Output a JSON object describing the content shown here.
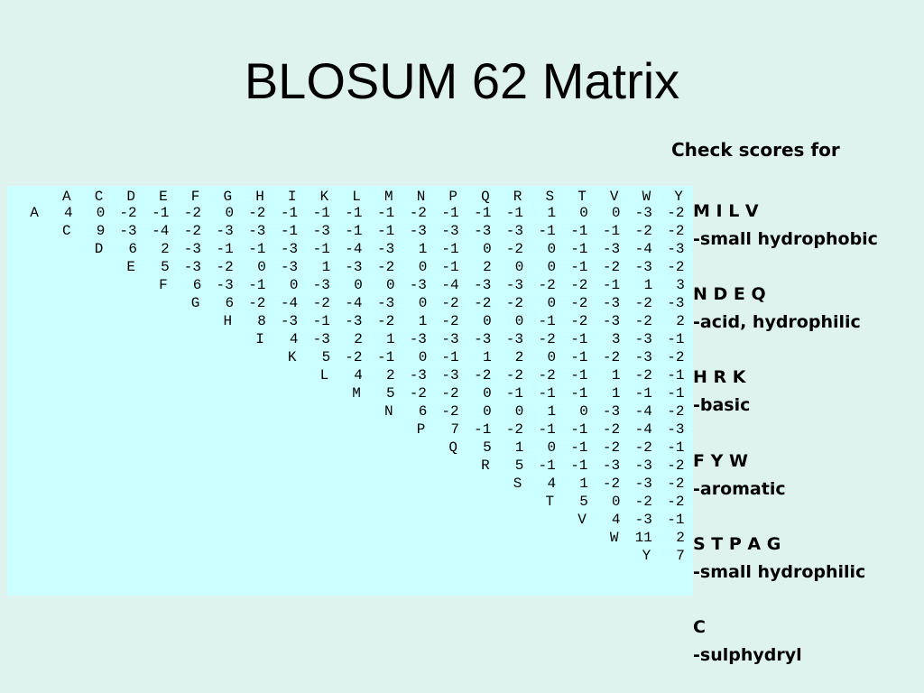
{
  "title": "BLOSUM 62 Matrix",
  "check_heading": "Check scores for",
  "matrix": {
    "columns": [
      "A",
      "C",
      "D",
      "E",
      "F",
      "G",
      "H",
      "I",
      "K",
      "L",
      "M",
      "N",
      "P",
      "Q",
      "R",
      "S",
      "T",
      "V",
      "W",
      "Y"
    ],
    "rows": [
      {
        "label": "A",
        "values": [
          "4",
          "0",
          "-2",
          "-1",
          "-2",
          "0",
          "-2",
          "-1",
          "-1",
          "-1",
          "-1",
          "-2",
          "-1",
          "-1",
          "-1",
          "1",
          "0",
          "0",
          "-3",
          "-2"
        ]
      },
      {
        "label": "C",
        "values": [
          "9",
          "-3",
          "-4",
          "-2",
          "-3",
          "-3",
          "-1",
          "-3",
          "-1",
          "-1",
          "-3",
          "-3",
          "-3",
          "-3",
          "-1",
          "-1",
          "-1",
          "-2",
          "-2"
        ]
      },
      {
        "label": "D",
        "values": [
          "6",
          "2",
          "-3",
          "-1",
          "-1",
          "-3",
          "-1",
          "-4",
          "-3",
          "1",
          "-1",
          "0",
          "-2",
          "0",
          "-1",
          "-3",
          "-4",
          "-3"
        ]
      },
      {
        "label": "E",
        "values": [
          "5",
          "-3",
          "-2",
          "0",
          "-3",
          "1",
          "-3",
          "-2",
          "0",
          "-1",
          "2",
          "0",
          "0",
          "-1",
          "-2",
          "-3",
          "-2"
        ]
      },
      {
        "label": "F",
        "values": [
          "6",
          "-3",
          "-1",
          "0",
          "-3",
          "0",
          "0",
          "-3",
          "-4",
          "-3",
          "-3",
          "-2",
          "-2",
          "-1",
          "1",
          "3"
        ]
      },
      {
        "label": "G",
        "values": [
          "6",
          "-2",
          "-4",
          "-2",
          "-4",
          "-3",
          "0",
          "-2",
          "-2",
          "-2",
          "0",
          "-2",
          "-3",
          "-2",
          "-3"
        ]
      },
      {
        "label": "H",
        "values": [
          "8",
          "-3",
          "-1",
          "-3",
          "-2",
          "1",
          "-2",
          "0",
          "0",
          "-1",
          "-2",
          "-3",
          "-2",
          "2"
        ]
      },
      {
        "label": "I",
        "values": [
          "4",
          "-3",
          "2",
          "1",
          "-3",
          "-3",
          "-3",
          "-3",
          "-2",
          "-1",
          "3",
          "-3",
          "-1"
        ]
      },
      {
        "label": "K",
        "values": [
          "5",
          "-2",
          "-1",
          "0",
          "-1",
          "1",
          "2",
          "0",
          "-1",
          "-2",
          "-3",
          "-2"
        ]
      },
      {
        "label": "L",
        "values": [
          "4",
          "2",
          "-3",
          "-3",
          "-2",
          "-2",
          "-2",
          "-1",
          "1",
          "-2",
          "-1"
        ]
      },
      {
        "label": "M",
        "values": [
          "5",
          "-2",
          "-2",
          "0",
          "-1",
          "-1",
          "-1",
          "1",
          "-1",
          "-1"
        ]
      },
      {
        "label": "N",
        "values": [
          "6",
          "-2",
          "0",
          "0",
          "1",
          "0",
          "-3",
          "-4",
          "-2"
        ]
      },
      {
        "label": "P",
        "values": [
          "7",
          "-1",
          "-2",
          "-1",
          "-1",
          "-2",
          "-4",
          "-3"
        ]
      },
      {
        "label": "Q",
        "values": [
          "5",
          "1",
          "0",
          "-1",
          "-2",
          "-2",
          "-1"
        ]
      },
      {
        "label": "R",
        "values": [
          "5",
          "-1",
          "-1",
          "-3",
          "-3",
          "-2"
        ]
      },
      {
        "label": "S",
        "values": [
          "4",
          "1",
          "-2",
          "-3",
          "-2"
        ]
      },
      {
        "label": "T",
        "values": [
          "5",
          "0",
          "-2",
          "-2"
        ]
      },
      {
        "label": "V",
        "values": [
          "4",
          "-3",
          "-1"
        ]
      },
      {
        "label": "W",
        "values": [
          "11",
          "2"
        ]
      },
      {
        "label": "Y",
        "values": [
          "7"
        ]
      }
    ]
  },
  "groups": [
    {
      "letters": "M I L V",
      "desc": "-small hydrophobic"
    },
    {
      "letters": "N D E Q",
      "desc": "-acid, hydrophilic"
    },
    {
      "letters": "H R K",
      "desc": "-basic"
    },
    {
      "letters": "F Y W",
      "desc": "-aromatic"
    },
    {
      "letters": "S T P A G",
      "desc": "-small hydrophilic"
    },
    {
      "letters": "C",
      "desc": "-sulphydryl"
    }
  ]
}
